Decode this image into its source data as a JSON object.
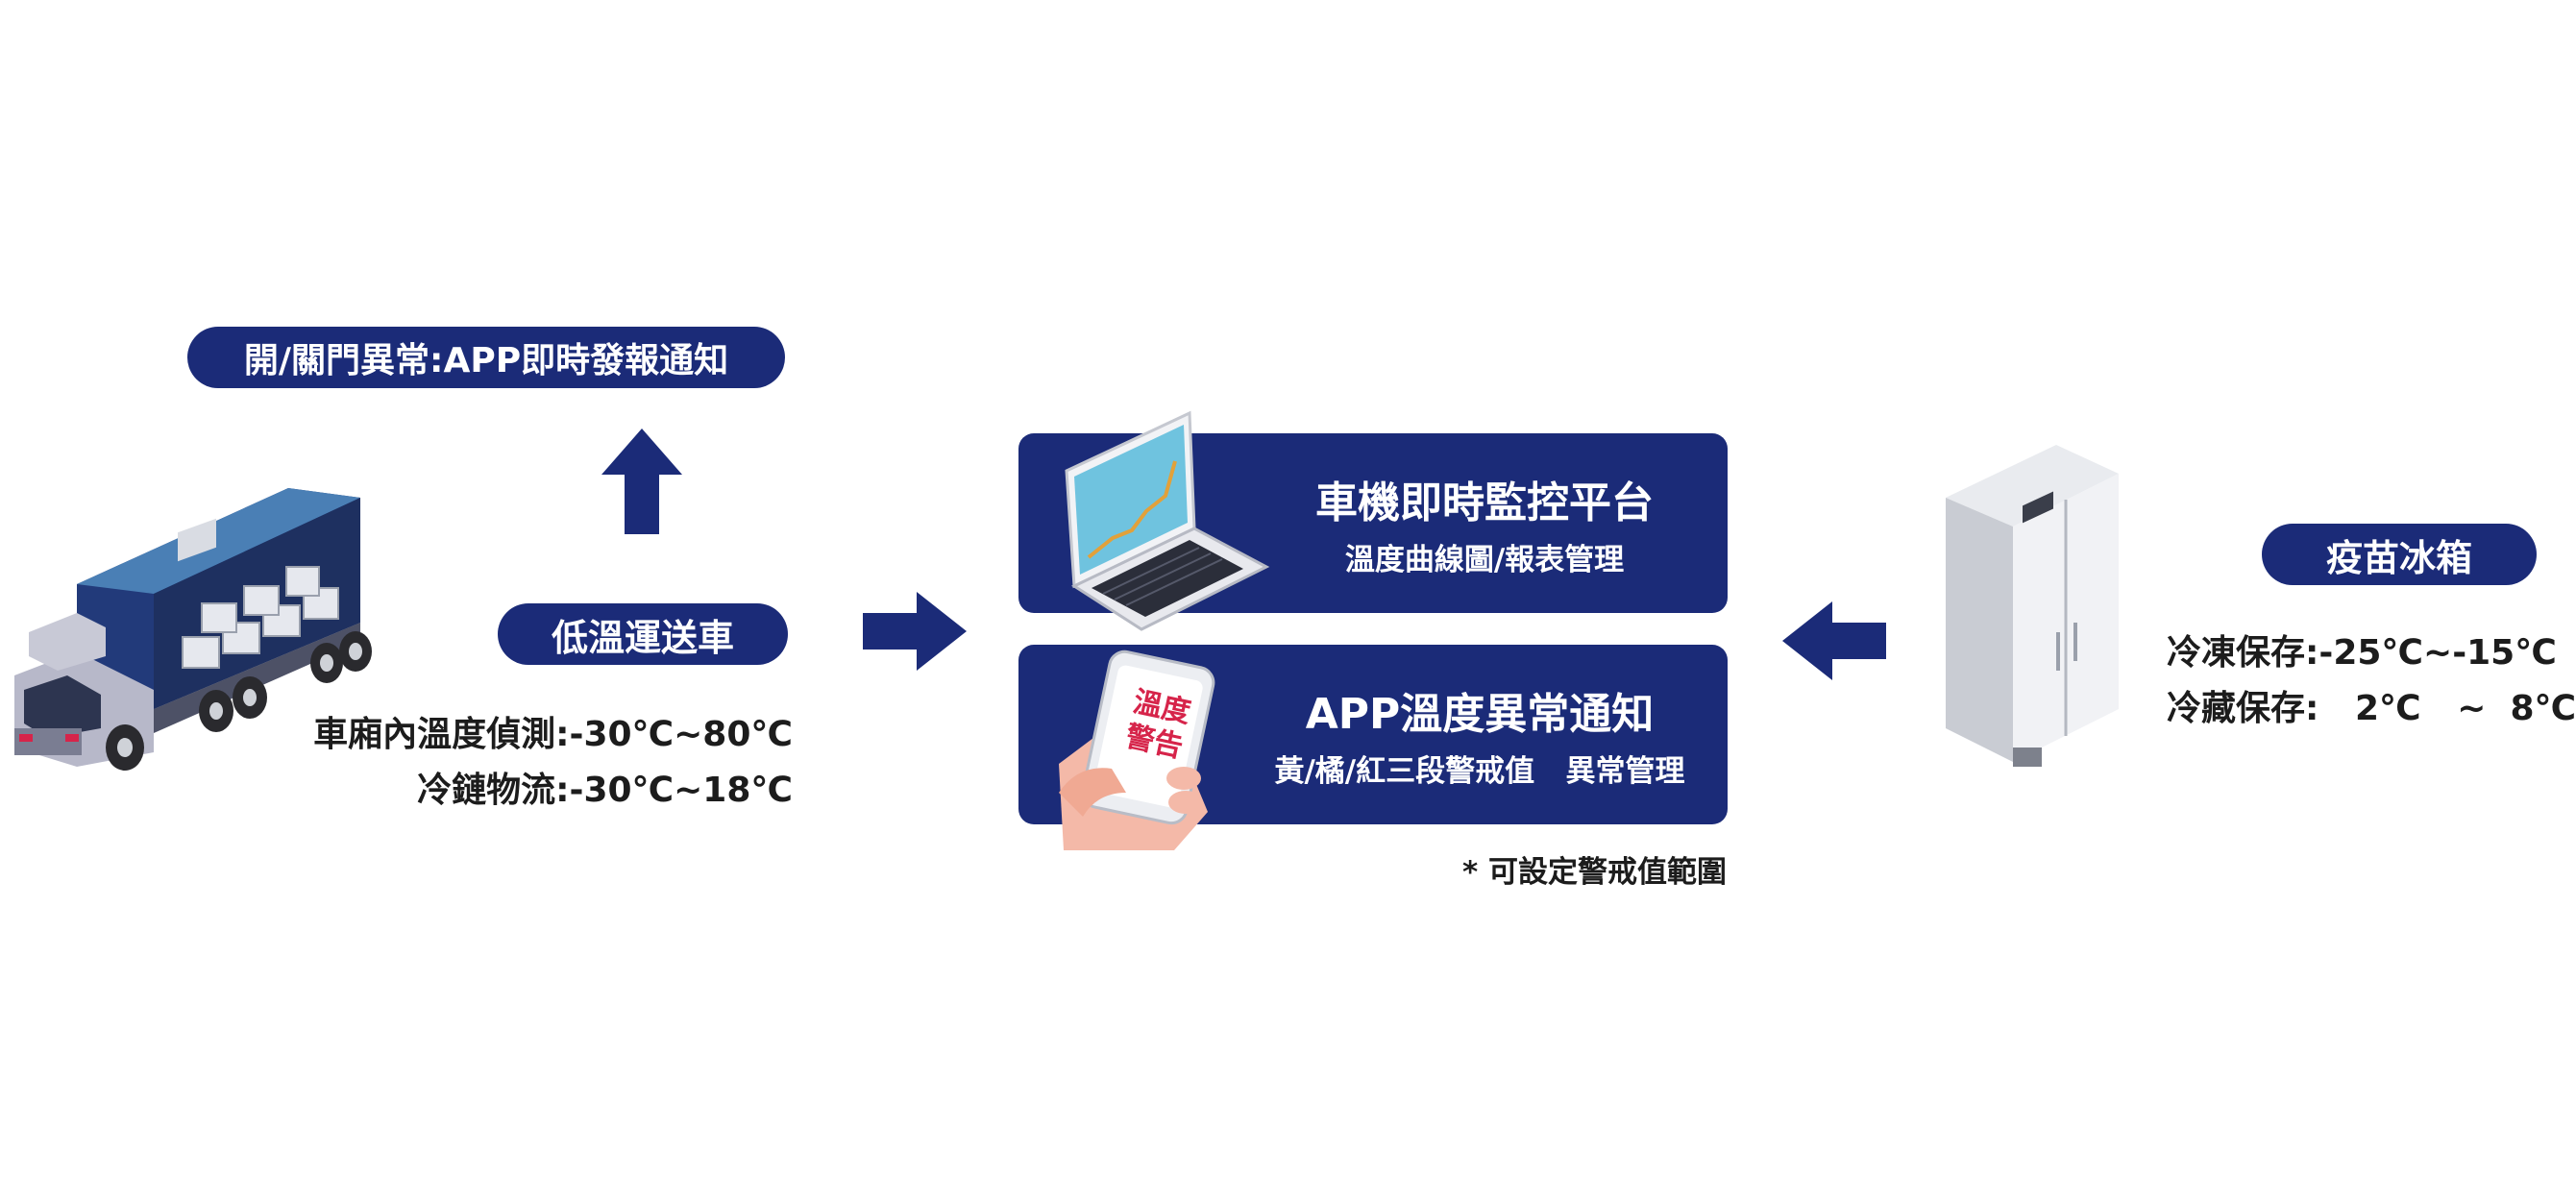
{
  "truck_section": {
    "alert_pill": "開/關門異常:APP即時發報通知",
    "label_pill": "低溫運送車",
    "specs": [
      "車廂內溫度偵測:-30℃~80℃",
      "冷鏈物流:-30℃~18℃"
    ]
  },
  "center_section": {
    "platform_panel": {
      "title": "車機即時監控平台",
      "subtitle": "溫度曲線圖/報表管理"
    },
    "app_panel": {
      "title": "APP溫度異常通知",
      "subtitle": "黃/橘/紅三段警戒值   異常管理",
      "phone_alert": [
        "溫度",
        "警告"
      ]
    },
    "footnote": "* 可設定警戒值範圍"
  },
  "fridge_section": {
    "label_pill": "疫苗冰箱",
    "specs": [
      "冷凍保存:-25℃~-15℃",
      "冷藏保存:   2℃   ~  8℃"
    ]
  },
  "colors": {
    "navy": "#1b2b78",
    "alert_red": "#d6244a"
  }
}
